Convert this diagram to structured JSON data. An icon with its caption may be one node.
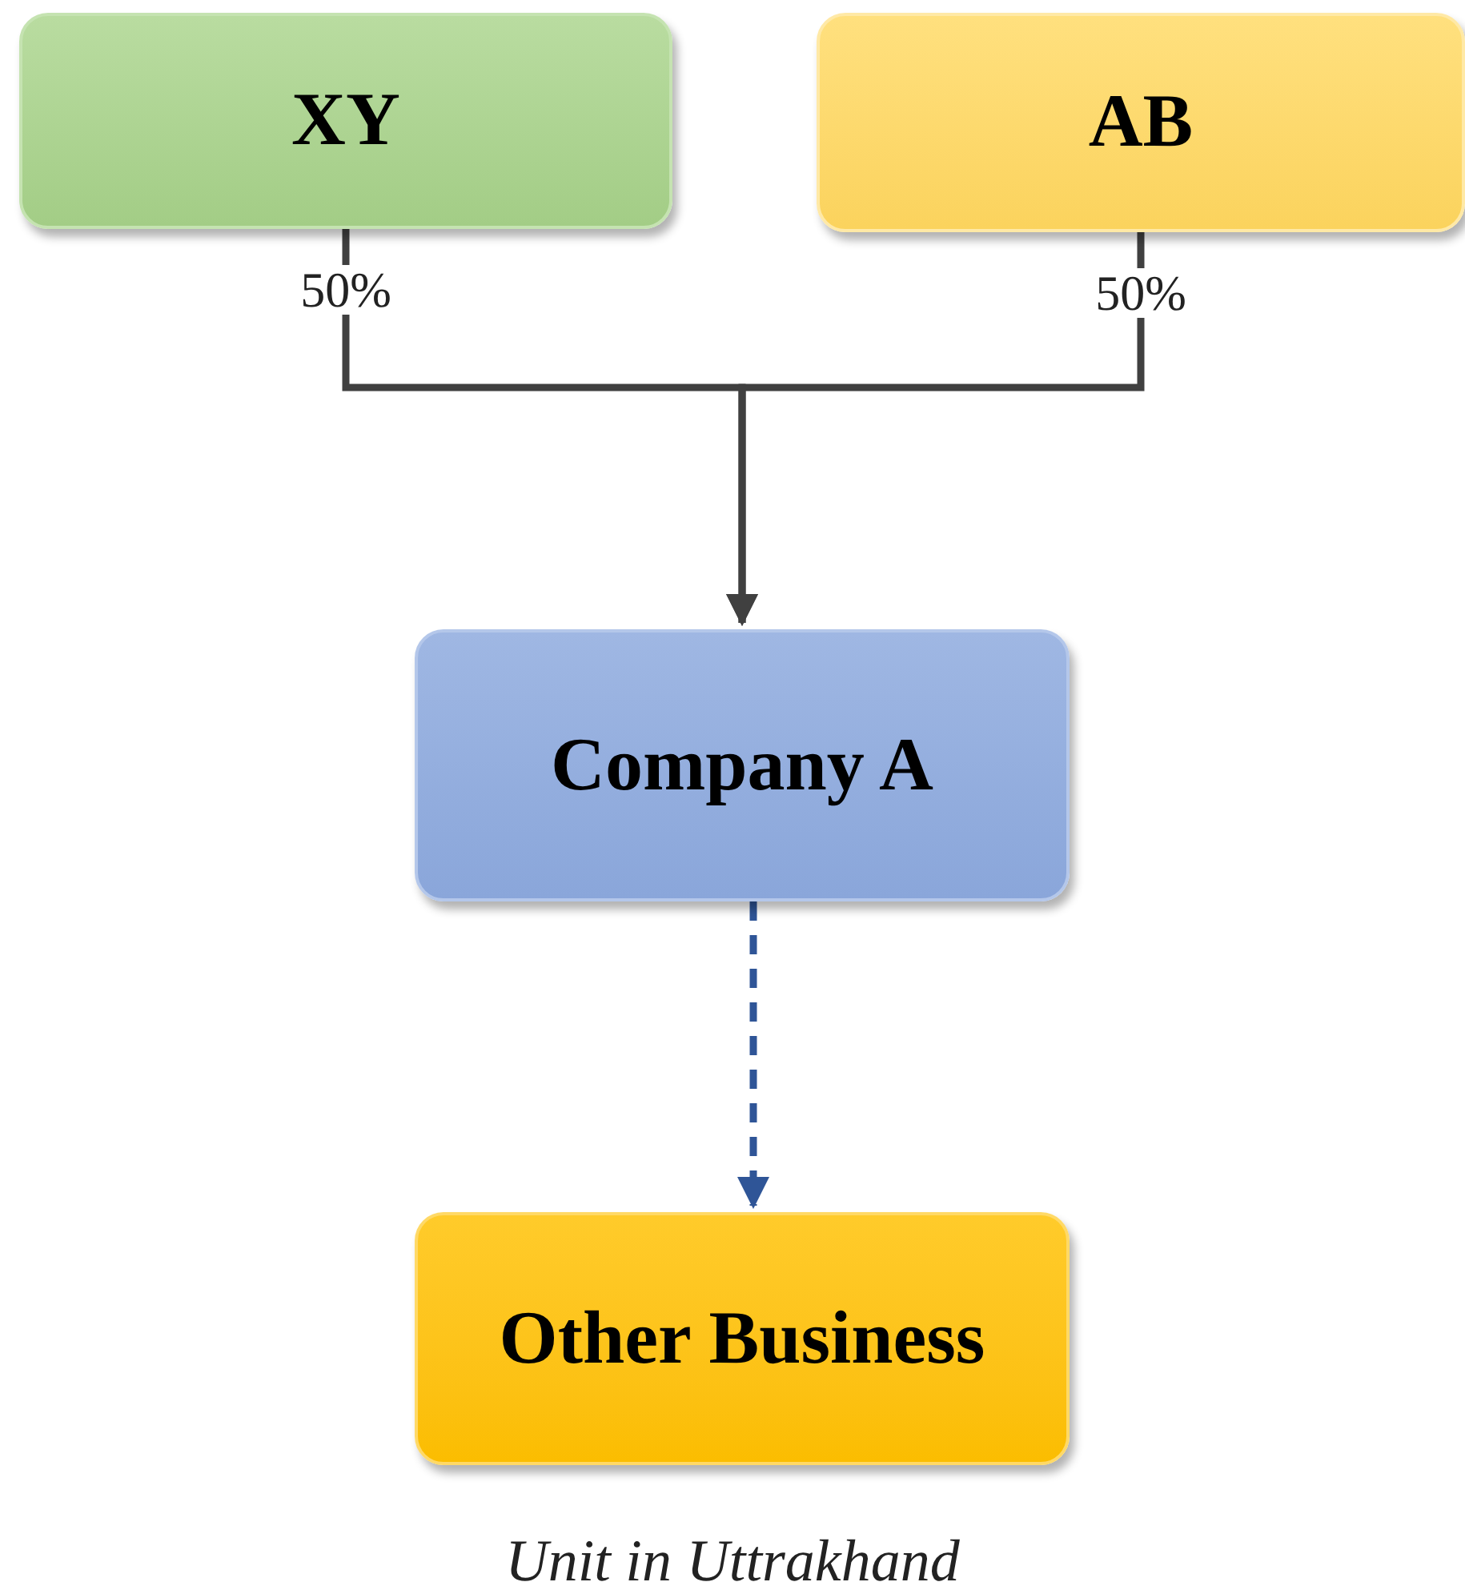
{
  "diagram": {
    "caption": "Unit in Uttrakhand",
    "nodes": [
      {
        "text": [
          "XY"
        ]
      },
      {
        "text": [
          "AB"
        ]
      },
      {
        "text": [
          "Company A"
        ]
      },
      {
        "text": [
          "Other Business"
        ]
      }
    ],
    "edges": [
      {
        "from": 0,
        "to": 2,
        "arrow": "to",
        "label": "50%"
      },
      {
        "from": 1,
        "to": 2,
        "arrow": "to",
        "label": "50%"
      },
      {
        "from": 2,
        "to": 3,
        "arrow": "to",
        "style": "dashed",
        "color": "#2f5597"
      }
    ]
  }
}
